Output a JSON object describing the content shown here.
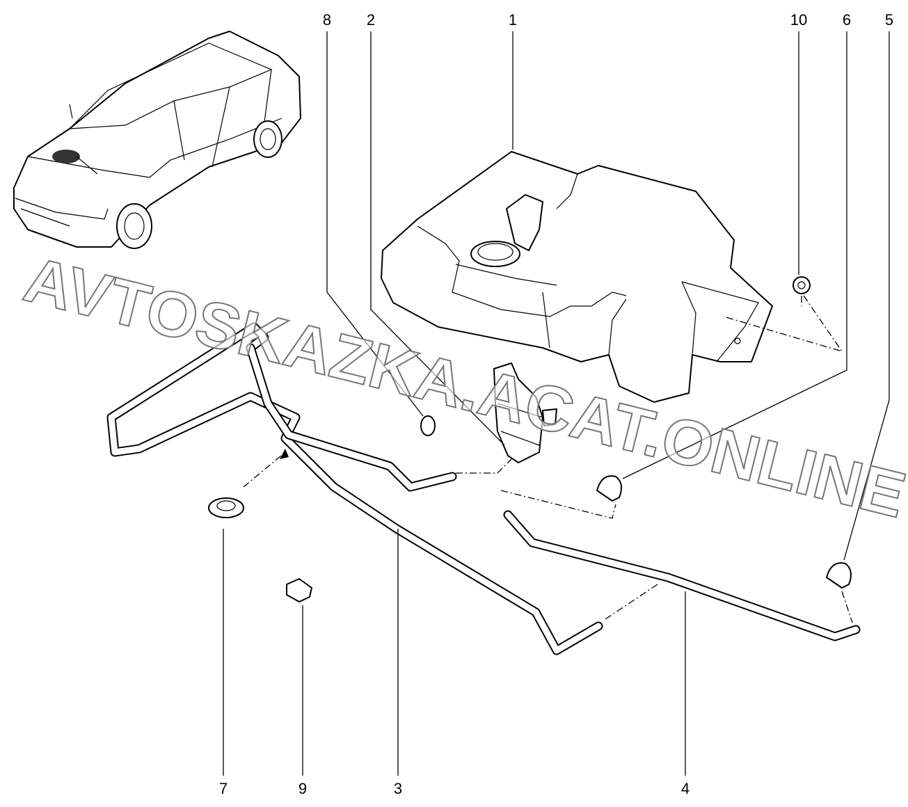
{
  "diagram": {
    "title": "Windshield washer system parts",
    "watermark": "AVTOSKAZKA.ACAT.ONLINE",
    "callouts_top": [
      "8",
      "2",
      "1",
      "10",
      "6",
      "5"
    ],
    "callouts_bottom": [
      "7",
      "9",
      "3",
      "4"
    ]
  }
}
